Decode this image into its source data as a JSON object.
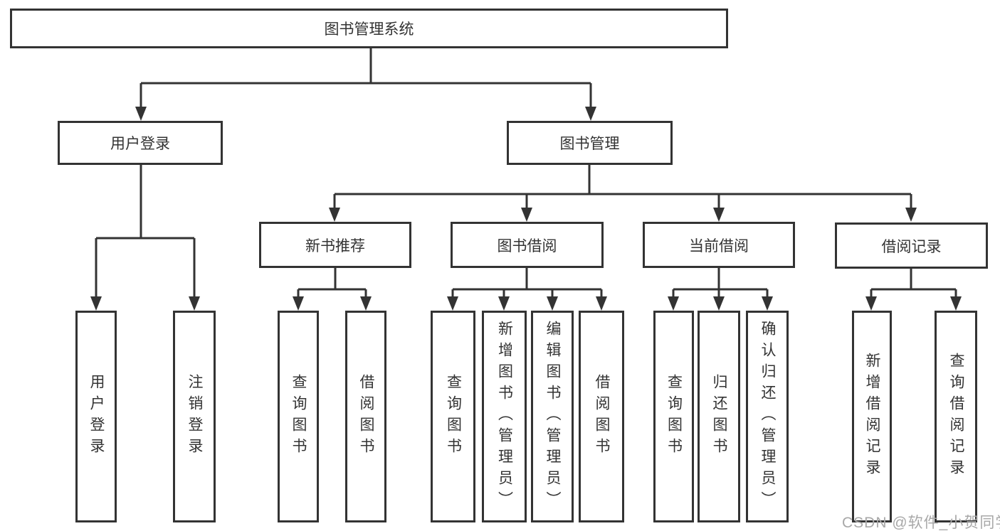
{
  "tree": {
    "root": "图书管理系统",
    "branches": [
      {
        "label": "用户登录",
        "children": [
          {
            "label": "用户登录"
          },
          {
            "label": "注销登录"
          }
        ]
      },
      {
        "label": "图书管理",
        "children": [
          {
            "label": "新书推荐",
            "children": [
              {
                "label": "查询图书"
              },
              {
                "label": "借阅图书"
              }
            ]
          },
          {
            "label": "图书借阅",
            "children": [
              {
                "label": "查询图书"
              },
              {
                "label": "新增图书（管理员）"
              },
              {
                "label": "编辑图书（管理员）"
              },
              {
                "label": "借阅图书"
              }
            ]
          },
          {
            "label": "当前借阅",
            "children": [
              {
                "label": "查询图书"
              },
              {
                "label": "归还图书"
              },
              {
                "label": "确认归还（管理员）"
              }
            ]
          },
          {
            "label": "借阅记录",
            "children": [
              {
                "label": "新增借阅记录"
              },
              {
                "label": "查询借阅记录"
              }
            ]
          }
        ]
      }
    ]
  },
  "watermark": {
    "text": "CSDN @软件_小贺同学"
  },
  "colors": {
    "line": "#333333",
    "text": "#333333",
    "box_background": "#ffffff",
    "watermark": "#a8a8a8"
  }
}
